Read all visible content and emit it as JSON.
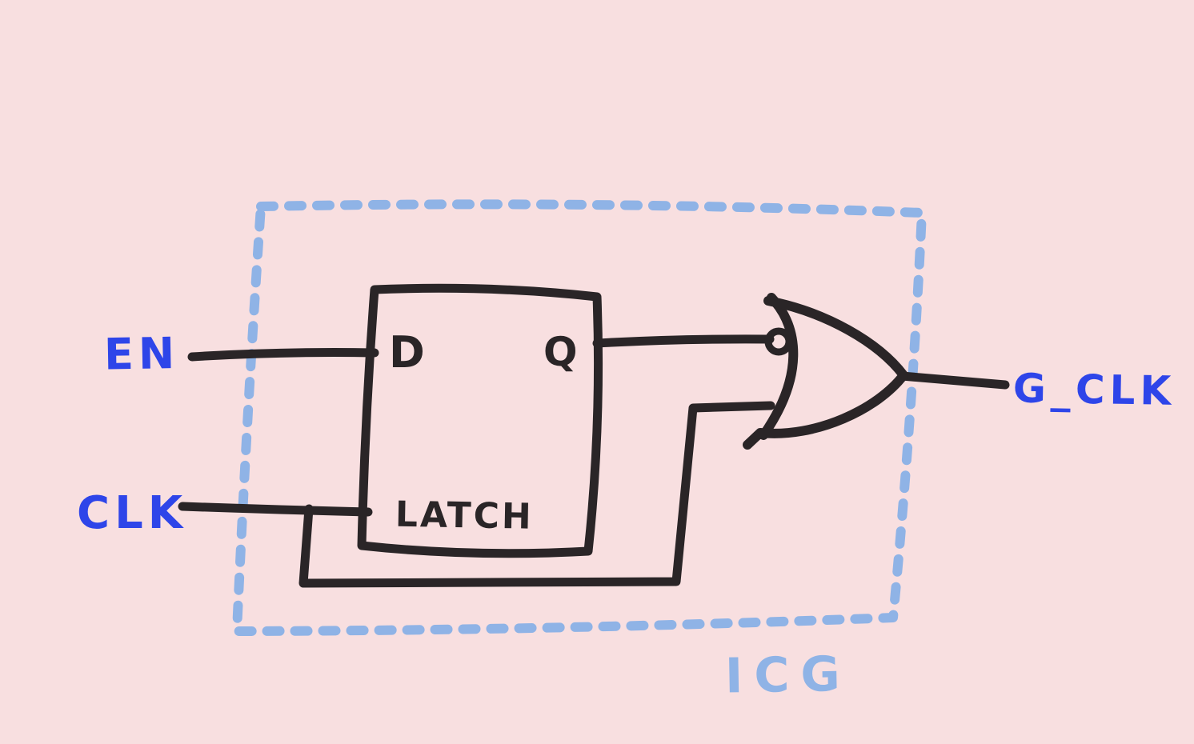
{
  "page": {
    "background_color": "#f8dfe0"
  },
  "diagram": {
    "kind": "hand-drawn clock-gating schematic",
    "ink_color": "#2a2527",
    "signal_label_color": "#2e45e9",
    "boundary": {
      "label": "ICG",
      "color": "#8fb3e6",
      "style": "dashed"
    },
    "inputs": [
      {
        "label": "EN"
      },
      {
        "label": "CLK"
      }
    ],
    "output": {
      "label": "G_CLK"
    },
    "components": {
      "latch": {
        "name": "LATCH",
        "port_in": "D",
        "port_out": "Q"
      }
    }
  }
}
